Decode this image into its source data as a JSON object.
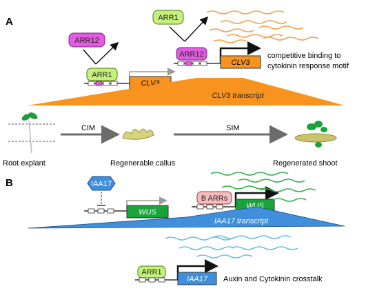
{
  "panel_a": {
    "label": "A",
    "arr12_top": "ARR12",
    "arr1_top": "ARR1",
    "arr1_low": "ARR1",
    "arr12_bound": "ARR12",
    "clv3_gene_1": "CLV3",
    "clv3_gene_2": "CLV3",
    "note_line1": "competitive binding to",
    "note_line2": "cytokinin response motif",
    "transcript_label": "CLV3 transcript",
    "cim": "CIM",
    "sim": "SIM",
    "stage_1": "Root explant",
    "stage_2": "Regenerable callus",
    "stage_3": "Regenerated shoot"
  },
  "panel_b": {
    "label": "B",
    "iaa17_protein": "IAA17",
    "wus_gene_1": "WUS",
    "barrs": "B ARRs",
    "wus_gene_2": "WUS",
    "transcript_label": "IAA17 transcript",
    "arr1": "ARR1",
    "iaa17_gene": "IAA17",
    "crosstalk": "Auxin and Cytokinin crosstalk"
  },
  "colors": {
    "orange": "#f7931e",
    "arr1_green": "#c5f07a",
    "arr12_magenta": "#e35be0",
    "wus_green": "#1aa33a",
    "iaa17_blue": "#3f8fdc",
    "barr_pink": "#f7bcc0"
  },
  "icons": [
    "plant-seedling-icon",
    "callus-icon",
    "shoot-icon",
    "polyA-icon"
  ]
}
